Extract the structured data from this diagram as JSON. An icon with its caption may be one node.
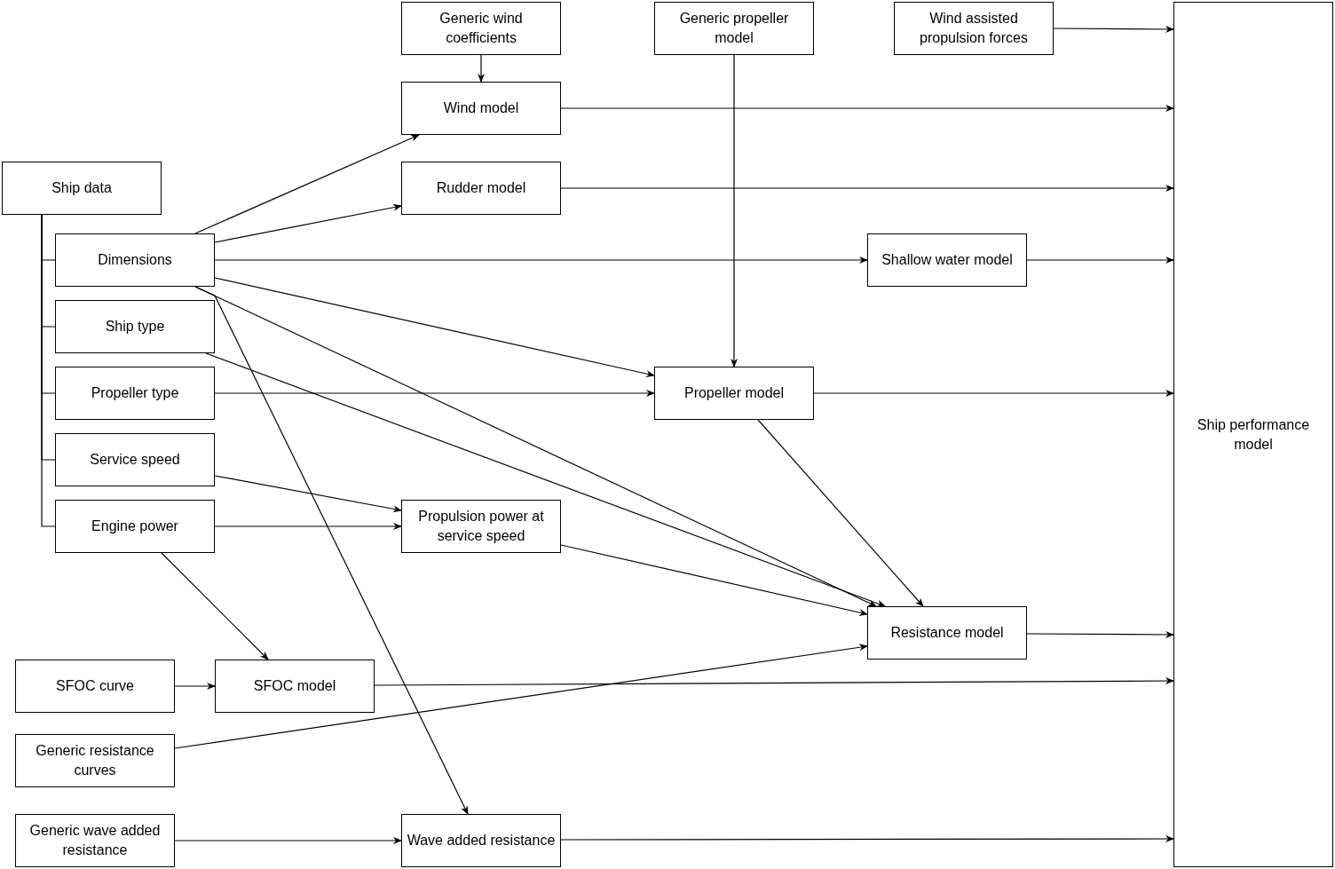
{
  "diagram": {
    "nodes": [
      {
        "text": [
          "Ship data"
        ]
      },
      {
        "text": [
          "Dimensions"
        ]
      },
      {
        "text": [
          "Ship type"
        ]
      },
      {
        "text": [
          "Propeller type"
        ]
      },
      {
        "text": [
          "Service speed"
        ]
      },
      {
        "text": [
          "Engine power"
        ]
      },
      {
        "text": [
          "Generic wind coefficients"
        ]
      },
      {
        "text": [
          "Generic propeller model"
        ]
      },
      {
        "text": [
          "Wind assisted propulsion forces"
        ]
      },
      {
        "text": [
          "Wind model"
        ]
      },
      {
        "text": [
          "Rudder model"
        ]
      },
      {
        "text": [
          "Shallow water model"
        ]
      },
      {
        "text": [
          "Propeller model"
        ]
      },
      {
        "text": [
          "Propulsion power at service speed"
        ]
      },
      {
        "text": [
          "Resistance model"
        ]
      },
      {
        "text": [
          "SFOC curve"
        ]
      },
      {
        "text": [
          "SFOC model"
        ]
      },
      {
        "text": [
          "Generic resistance curves"
        ]
      },
      {
        "text": [
          "Generic wave added resistance"
        ]
      },
      {
        "text": [
          "Wave added resistance"
        ]
      },
      {
        "text": [
          "Ship performance model"
        ]
      }
    ],
    "edges": [
      {
        "from": 0,
        "to": 1,
        "arrow": "none"
      },
      {
        "from": 0,
        "to": 2,
        "arrow": "none"
      },
      {
        "from": 0,
        "to": 3,
        "arrow": "none"
      },
      {
        "from": 0,
        "to": 4,
        "arrow": "none"
      },
      {
        "from": 0,
        "to": 5,
        "arrow": "none"
      },
      {
        "from": 6,
        "to": 9,
        "arrow": "to"
      },
      {
        "from": 8,
        "to": 20,
        "arrow": "to"
      },
      {
        "from": 9,
        "to": 20,
        "arrow": "to"
      },
      {
        "from": 10,
        "to": 20,
        "arrow": "to"
      },
      {
        "from": 11,
        "to": 20,
        "arrow": "to"
      },
      {
        "from": 12,
        "to": 20,
        "arrow": "to"
      },
      {
        "from": 14,
        "to": 20,
        "arrow": "to"
      },
      {
        "from": 16,
        "to": 20,
        "arrow": "to"
      },
      {
        "from": 19,
        "to": 20,
        "arrow": "to"
      },
      {
        "from": 1,
        "to": 9,
        "arrow": "to"
      },
      {
        "from": 1,
        "to": 10,
        "arrow": "to"
      },
      {
        "from": 1,
        "to": 11,
        "arrow": "to"
      },
      {
        "from": 1,
        "to": 12,
        "arrow": "to"
      },
      {
        "from": 1,
        "to": 14,
        "arrow": "to"
      },
      {
        "from": 1,
        "to": 19,
        "arrow": "to"
      },
      {
        "from": 2,
        "to": 14,
        "arrow": "to"
      },
      {
        "from": 3,
        "to": 12,
        "arrow": "to"
      },
      {
        "from": 4,
        "to": 13,
        "arrow": "to"
      },
      {
        "from": 5,
        "to": 13,
        "arrow": "to"
      },
      {
        "from": 5,
        "to": 16,
        "arrow": "to"
      },
      {
        "from": 7,
        "to": 12,
        "arrow": "to"
      },
      {
        "from": 12,
        "to": 14,
        "arrow": "to"
      },
      {
        "from": 13,
        "to": 14,
        "arrow": "to"
      },
      {
        "from": 15,
        "to": 16,
        "arrow": "to"
      },
      {
        "from": 17,
        "to": 14,
        "arrow": "to"
      },
      {
        "from": 18,
        "to": 19,
        "arrow": "to"
      }
    ]
  }
}
